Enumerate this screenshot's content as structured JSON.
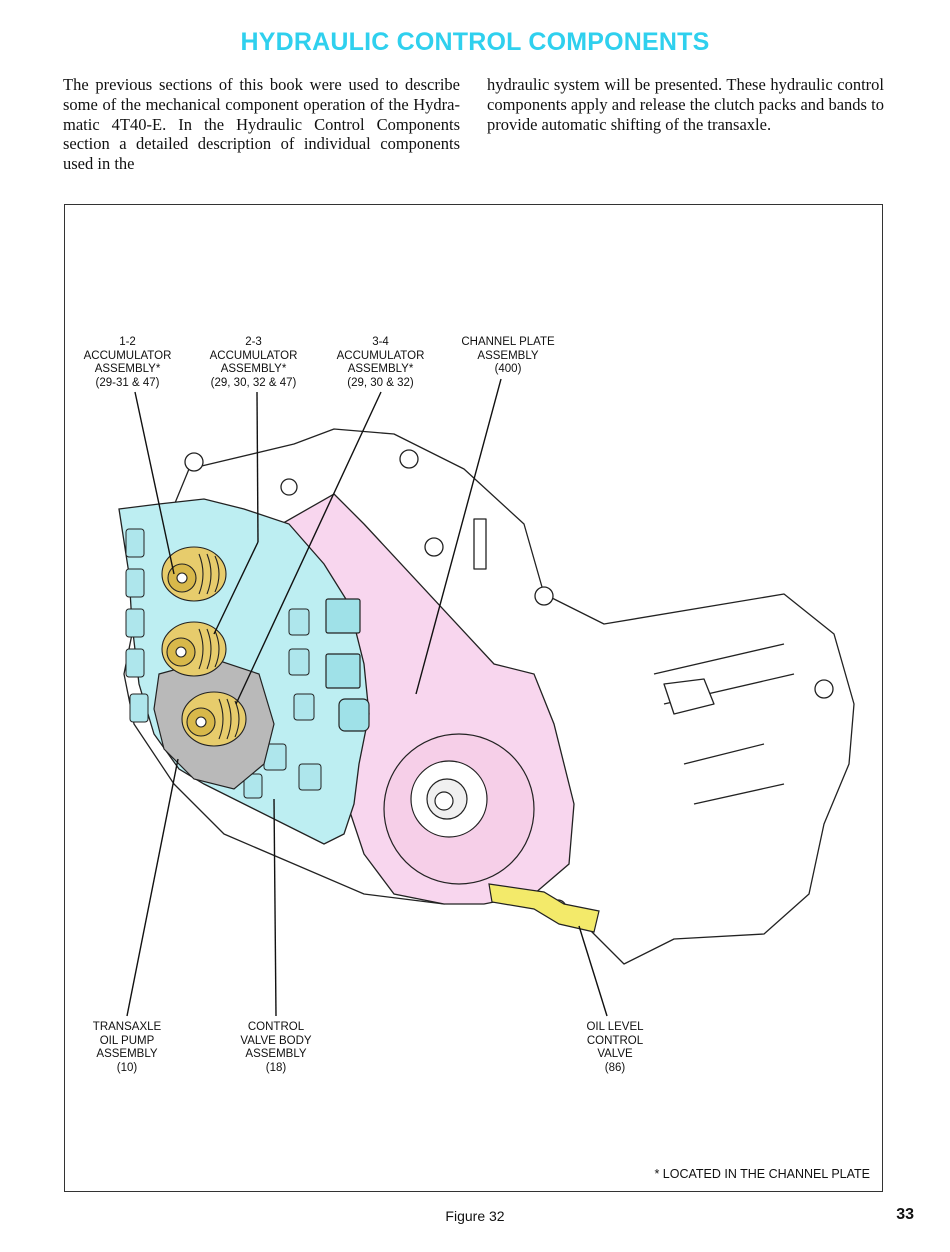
{
  "page": {
    "title": "HYDRAULIC CONTROL COMPONENTS",
    "intro_left": "The previous sections of this book were used to describe some of the mechanical component operation of the Hydra-matic 4T40-E. In the Hydraulic Control Components section a detailed description of individual components used in the",
    "intro_right": "hydraulic system will be presented. These hydraulic control components apply and release the clutch packs and bands to provide automatic shifting of the transaxle.",
    "footnote": "* LOCATED IN THE CHANNEL PLATE",
    "caption": "Figure 32",
    "page_number": "33"
  },
  "labels": {
    "acc12": "1-2\nACCUMULATOR\nASSEMBLY*\n(29-31 & 47)",
    "acc23": "2-3\nACCUMULATOR\nASSEMBLY*\n(29, 30, 32 & 47)",
    "acc34": "3-4\nACCUMULATOR\nASSEMBLY*\n(29, 30 & 32)",
    "channel_plate": "CHANNEL PLATE\nASSEMBLY\n(400)",
    "oil_pump": "TRANSAXLE\nOIL PUMP\nASSEMBLY\n(10)",
    "valve_body": "CONTROL\nVALVE BODY\nASSEMBLY\n(18)",
    "oil_level": "OIL LEVEL\nCONTROL\nVALVE\n(86)"
  },
  "colors": {
    "title": "#2fd0ee",
    "valve_body": "#bdeef2",
    "channel_plate": "#f8d6ee",
    "accumulator": "#e7cc6c",
    "oil_level_valve": "#f3ea6a",
    "pump": "#b9b9b9"
  }
}
